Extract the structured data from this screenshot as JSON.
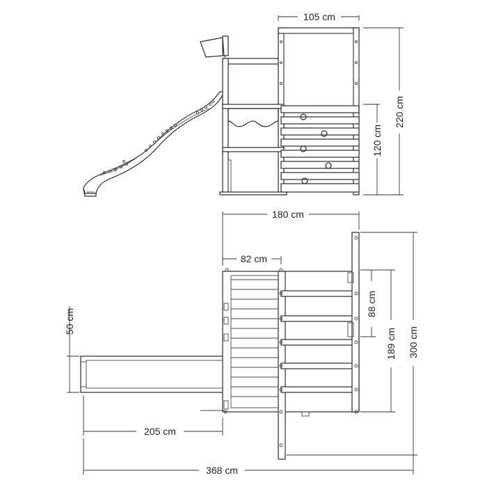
{
  "dimensions": {
    "side_view": {
      "width": "105 cm",
      "height_total": "220 cm",
      "height_deck": "120 cm"
    },
    "top_view": {
      "total_depth": "180 cm",
      "tower_width": "82 cm",
      "slide_width": "50 cm",
      "slide_length": "205 cm",
      "total_length": "368 cm",
      "segment_1": "88 cm",
      "segment_2": "189 cm",
      "segment_3": "300 cm"
    }
  },
  "colors": {
    "line": "#2a2a2a",
    "background": "#ffffff"
  }
}
